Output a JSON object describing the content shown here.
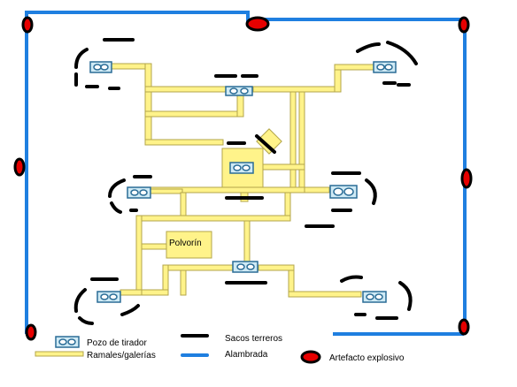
{
  "diagram": {
    "room_label": "Polvorín",
    "colors": {
      "gallery_fill": "#fff38a",
      "gallery_stroke": "#b3a64a",
      "fence": "#1f7fe0",
      "sandbag": "#000000",
      "explosive_fill": "#e60000",
      "pit_fill": "#cfeaf5",
      "pit_stroke": "#2a6c96"
    }
  },
  "legend": {
    "items": [
      {
        "label": "Pozo de tirador",
        "icon": "pit-icon"
      },
      {
        "label": "Ramales/galerías",
        "icon": "gallery-line-icon"
      },
      {
        "label": "Sacos terreros",
        "icon": "sandbag-icon"
      },
      {
        "label": "Alambrada",
        "icon": "fence-line-icon"
      },
      {
        "label": "Artefacto explosivo",
        "icon": "explosive-icon"
      }
    ]
  }
}
